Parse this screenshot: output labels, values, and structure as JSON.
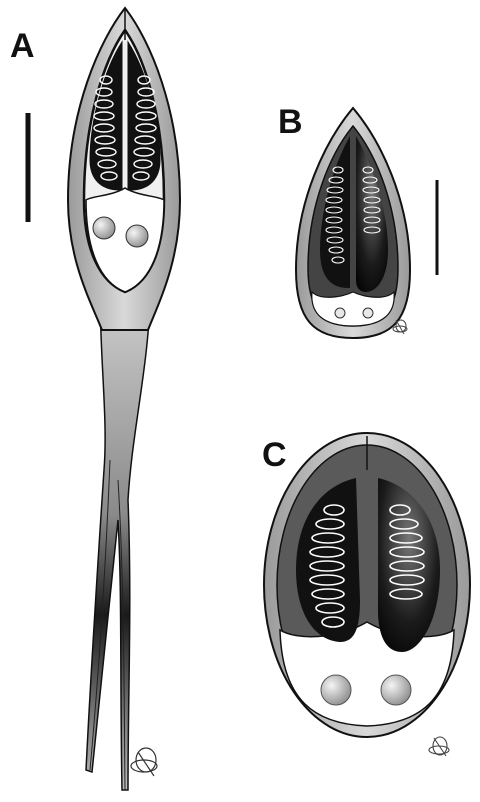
{
  "panels": [
    {
      "id": "A",
      "label": "A"
    },
    {
      "id": "B",
      "label": "B"
    },
    {
      "id": "C",
      "label": "C"
    }
  ],
  "colors": {
    "outline": "#111111",
    "shell_gray": "#c8c8c8",
    "inner_dark": "#555555",
    "polar_capsule": "#111111",
    "filament": "#ffffff",
    "sporoplasm": "#ffffff",
    "nucleus": "#bdbdbd"
  }
}
